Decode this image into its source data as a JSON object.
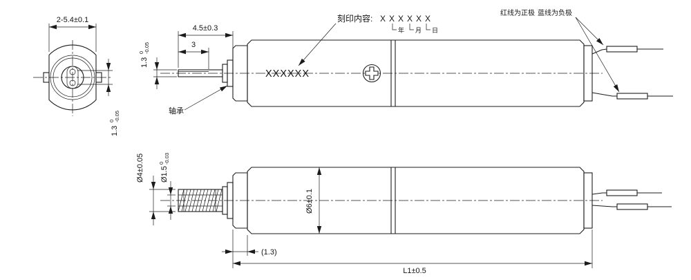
{
  "front_view": {
    "dim_flats": "2-5.4±0.1",
    "dim_flat_width": {
      "value": "1.3",
      "tol_up": "0",
      "tol_dn": "-0.05"
    }
  },
  "side_view": {
    "dim_shaft_length": "4.5±0.3",
    "dim_shaft_flat_length": "3",
    "dim_shaft_flat": {
      "value": "1.3",
      "tol_up": "0",
      "tol_dn": "-0.05"
    },
    "body_marking": "XXXXXX",
    "bearing_label": "轴承",
    "marking_note": {
      "label": "刻印内容:",
      "pattern": "XXXXXX",
      "year": "年",
      "month": "月",
      "day": "日"
    },
    "polarity_note": {
      "red": "红线为正极",
      "blue": "蓝线为负极"
    }
  },
  "bottom_view": {
    "dim_knurl_od": "Ø4±0.05",
    "dim_shaft_dia": {
      "value": "Ø1.5",
      "tol_up": "0",
      "tol_dn": "-0.03"
    },
    "dim_body_dia": "Ø6±0.1",
    "dim_front_cap": "(1.3)",
    "dim_overall_length": "L1±0.5"
  }
}
